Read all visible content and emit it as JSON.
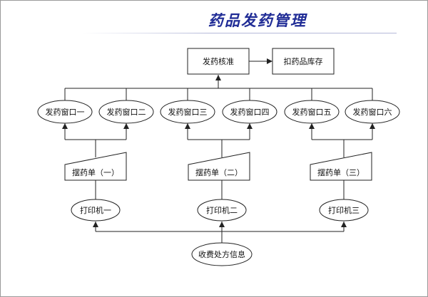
{
  "title": "药品发药管理",
  "nodes": {
    "approve": "发药核准",
    "deduct": "扣药品库存",
    "windows": [
      "发药窗口一",
      "发药窗口二",
      "发药窗口三",
      "发药窗口四",
      "发药窗口五",
      "发药窗口六"
    ],
    "pick_lists": [
      "摆药单（一）",
      "摆药单（二）",
      "摆药单（三）"
    ],
    "printers": [
      "打印机一",
      "打印机二",
      "打印机三"
    ],
    "source": "收费处方信息"
  }
}
